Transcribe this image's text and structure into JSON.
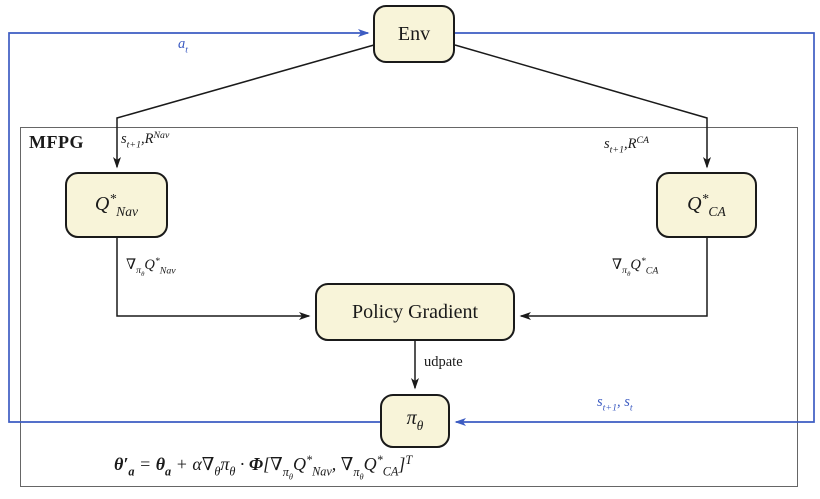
{
  "diagram": {
    "title": "MFPG policy gradient loop diagram",
    "frame_label": "MFPG",
    "nodes": {
      "env": "Env",
      "q_nav": "Q^{*}_{Nav}",
      "q_ca": "Q^{*}_{CA}",
      "policy_gradient": "Policy Gradient",
      "pi": "π_{θ}"
    },
    "labels": {
      "action": "a_{t}",
      "state_reward_nav": "s_{t+1},R^{Nav}",
      "state_reward_ca": "s_{t+1},R^{CA}",
      "grad_nav": "∇_{π_{θ}}Q^{*}_{Nav}",
      "grad_ca": "∇_{π_{θ}}Q^{*}_{CA}",
      "update": "udpate",
      "state": "s_{t+1}, s_{t}"
    },
    "formula": "!{θ′}_{!{a}} = !{θ}_{!{a}} + α∇_{θ}π_{θ} · !{Φ}[∇_{π_{θ}}Q^{*}_{Nav}, ∇_{π_{θ}}Q^{*}_{CA}]^{T}",
    "colors": {
      "node_fill": "#f8f4d9",
      "node_border": "#1a1a1a",
      "loop_blue": "#3d5cc2",
      "frame_gray": "#666666"
    }
  }
}
